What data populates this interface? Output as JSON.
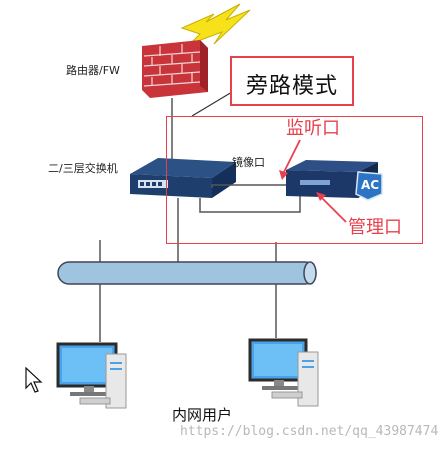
{
  "diagram": {
    "labels": {
      "router": "路由器/FW",
      "switch": "二/三层交换机",
      "mirror_port": "镜像口",
      "bypass_mode": "旁路模式",
      "listen_port": "监听口",
      "mgmt_port": "管理口",
      "ac_badge": "AC",
      "users": "内网用户"
    },
    "watermark": "https://blog.csdn.net/qq_43987474",
    "colors": {
      "accent_red": "#e8414e",
      "firewall_red": "#c9343a",
      "bus_blue": "#9fc4df",
      "device_navy": "#1e3f6e",
      "lightning": "#f7e11a"
    }
  }
}
